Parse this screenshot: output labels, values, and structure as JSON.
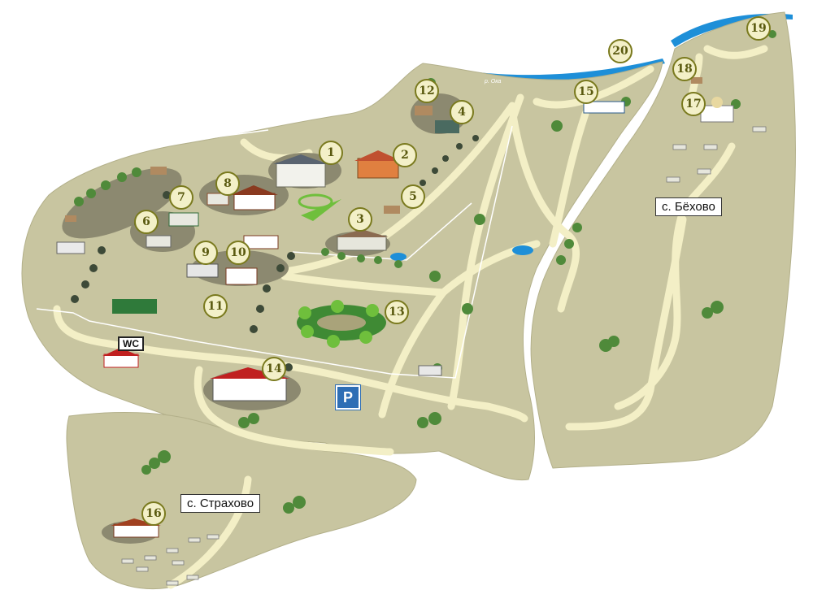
{
  "numbers": [
    "1",
    "2",
    "3",
    "4",
    "5",
    "6",
    "7",
    "8",
    "9",
    "10",
    "11",
    "12",
    "13",
    "14",
    "15",
    "16",
    "17",
    "18",
    "19",
    "20"
  ],
  "villages": {
    "strakhovo": "с. Страхово",
    "bekhovo": "с. Бёхово"
  },
  "river_label": "р. Ока",
  "wc_label": "WC",
  "parking_label": "P",
  "colors": {
    "land": "#c8c5a0",
    "road": "#f3efc6",
    "water": "#1e8fd8",
    "trees": "#4f8a3a",
    "marker_border": "#7a7a1e"
  }
}
